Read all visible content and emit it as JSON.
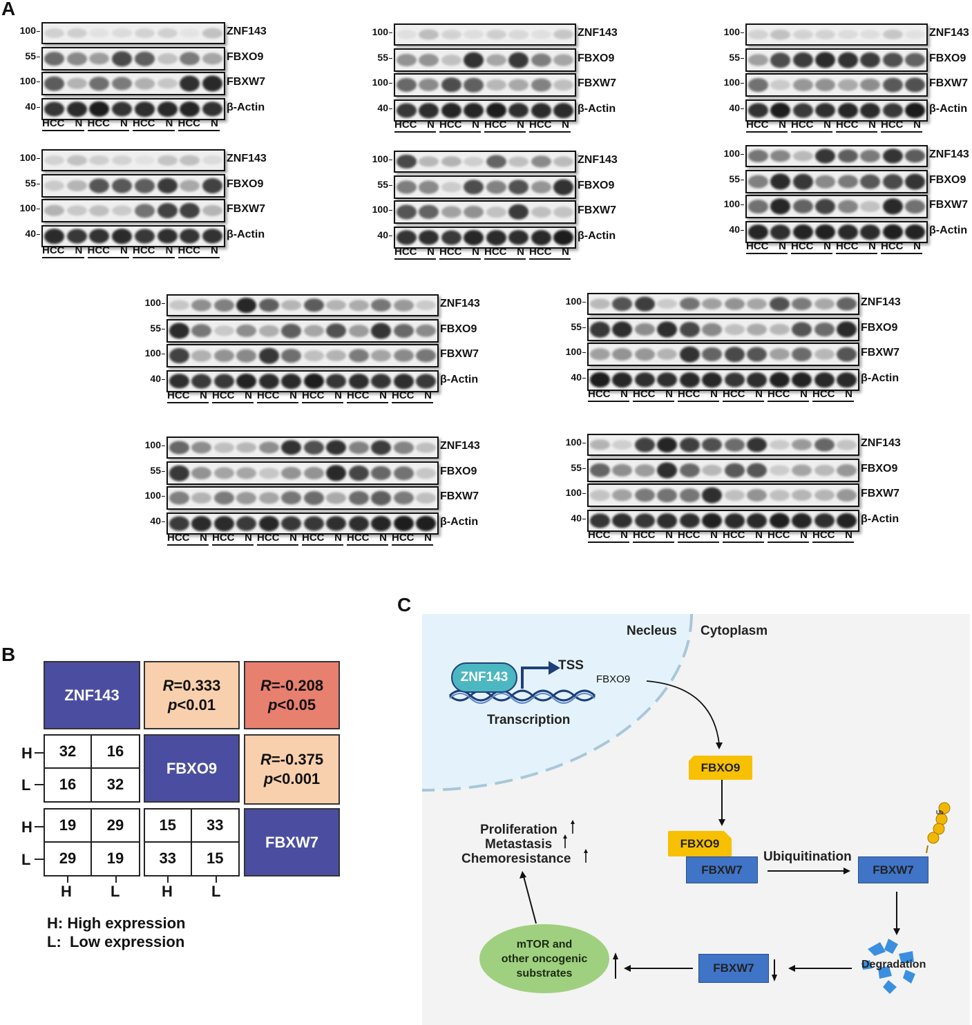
{
  "panels": {
    "a": "A",
    "b": "B",
    "c": "C"
  },
  "blot": {
    "proteins": [
      "ZNF143",
      "FBXO9",
      "FBXW7",
      "β-Actin"
    ],
    "mw_markers": [
      "100",
      "55",
      "100",
      "40"
    ],
    "lane_labels": {
      "tumor": "HCC",
      "normal": "N"
    }
  },
  "correlation": {
    "genes": [
      "ZNF143",
      "FBXO9",
      "FBXW7"
    ],
    "r_label": "R",
    "p_label": "p",
    "pairs": [
      {
        "r": "=0.333",
        "p": "<0.01"
      },
      {
        "r": "=-0.208",
        "p": "<0.05"
      },
      {
        "r": "=-0.375",
        "p": "<0.001"
      }
    ],
    "tables": [
      [
        "32",
        "16",
        "16",
        "32"
      ],
      [
        "19",
        "29",
        "29",
        "19"
      ],
      [
        "15",
        "33",
        "33",
        "15"
      ]
    ],
    "row_labels": [
      "H",
      "L"
    ],
    "col_labels": [
      "H",
      "L"
    ],
    "legend": [
      "H: High expression",
      "L:  Low expression"
    ]
  },
  "pathway": {
    "nucleus": "Necleus",
    "cytoplasm": "Cytoplasm",
    "tf": "ZNF143",
    "tss": "TSS",
    "gene": "FBXO9",
    "transcription": "Transcription",
    "fbxo9": "FBXO9",
    "fbxw7": "FBXW7",
    "ubiquitination": "Ubiquitination",
    "ub": "Ub",
    "degradation": "Degradation",
    "mtor": [
      "mTOR and",
      "other oncogenic",
      "substrates"
    ],
    "outcomes": [
      "Proliferation",
      "Metastasis",
      "Chemoresistance"
    ]
  },
  "colors": {
    "gene_tile": "#4b4ea0",
    "pos_tile": "#f9d0ad",
    "neg_tile": "#e8806f",
    "fbxw7": "#3f74c7",
    "fbxo9": "#f7c000",
    "mtor": "#9fd07f",
    "nucleus": "#e4f3fb"
  }
}
